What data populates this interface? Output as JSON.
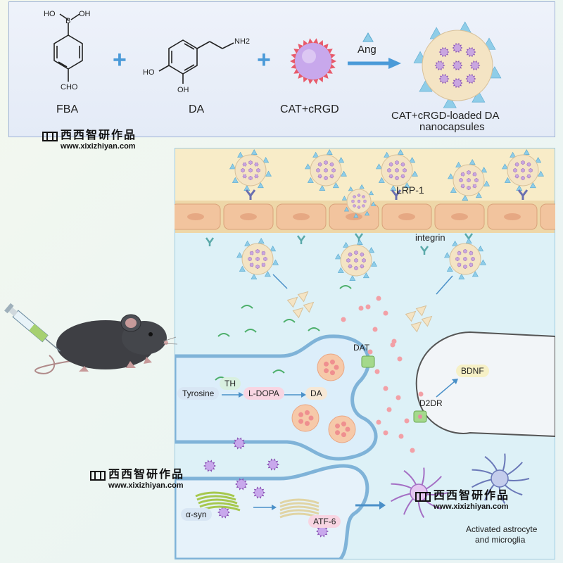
{
  "top_panel": {
    "fba_label": "FBA",
    "fba_atoms": {
      "ho": "HO",
      "b": "B",
      "oh": "OH",
      "cho": "CHO"
    },
    "da_label": "DA",
    "da_atoms": {
      "nh2": "NH2",
      "ho": "HO",
      "oh": "OH"
    },
    "cat_label": "CAT+cRGD",
    "arrow_label": "Ang",
    "product_label_line1": "CAT+cRGD-loaded DA",
    "product_label_line2": "nanocapsules"
  },
  "watermark": {
    "chinese": "西西智研作品",
    "url": "www.xixizhiyan.com",
    "logo_caption": "西西智研"
  },
  "main_panel": {
    "lrp1_label": "LRP-1",
    "integrin_label": "integrin",
    "dat_label": "DAT",
    "tyrosine_label": "Tyrosine",
    "th_label": "TH",
    "ldopa_label": "L-DOPA",
    "da_label": "DA",
    "bdnf_label": "BDNF",
    "d2dr_label": "D2DR",
    "asyn_label": "α-syn",
    "atf6_label": "ATF-6",
    "astro_line1": "Activated astrocyte",
    "astro_line2": "and microglia"
  },
  "colors": {
    "capsule_fill": "#f4e4c4",
    "capsule_dot": "#c9a6e0",
    "ang_triangle": "#8fcde8",
    "bbb_cell": "#f2c49e",
    "neuron_fill": "#dfeffa",
    "bdnf_pill": "#f6f0c6",
    "th_pill": "#d9f0df",
    "ldopa_pill": "#f8d5e2",
    "tyrosine_pill": "#d8e6f4"
  }
}
